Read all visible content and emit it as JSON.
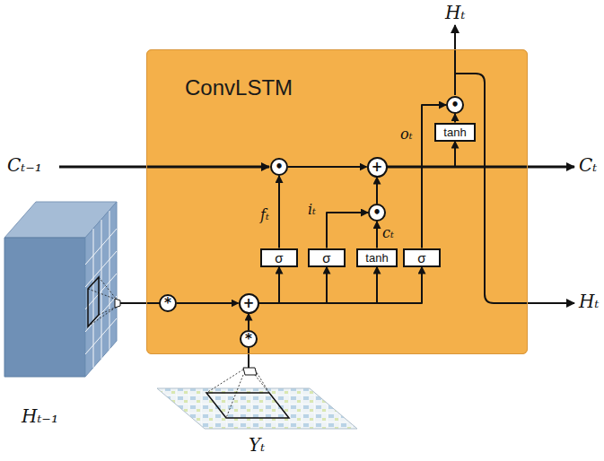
{
  "diagram": {
    "nodes": [
      {
        "text": [
          "ConvLSTM"
        ]
      },
      {
        "text": [
          "•"
        ],
        "in": 0
      },
      {
        "text": [
          "+"
        ],
        "in": 0
      },
      {
        "text": [
          "•"
        ],
        "in": 0
      },
      {
        "text": [
          "tanh"
        ],
        "in": 0
      },
      {
        "text": [
          "•"
        ],
        "in": 0
      },
      {
        "text": [
          "σ"
        ],
        "in": 0
      },
      {
        "text": [
          "σ"
        ],
        "in": 0
      },
      {
        "text": [
          "tanh"
        ],
        "in": 0
      },
      {
        "text": [
          "σ"
        ],
        "in": 0
      },
      {
        "text": [
          "*"
        ],
        "in": 0
      },
      {
        "text": [
          "+"
        ],
        "in": 0
      },
      {
        "text": [
          "*"
        ],
        "in": 0
      }
    ],
    "edges": [
      {
        "from": 1,
        "to": 2,
        "arrow": "to"
      },
      {
        "from": 2,
        "to": 4,
        "arrow": "to"
      },
      {
        "from": 4,
        "to": 3,
        "arrow": "to"
      },
      {
        "from": 5,
        "to": 2,
        "arrow": "to"
      },
      {
        "from": 6,
        "to": 1,
        "arrow": "to"
      },
      {
        "from": 7,
        "to": 5,
        "arrow": "to"
      },
      {
        "from": 8,
        "to": 5,
        "arrow": "to"
      },
      {
        "from": 9,
        "to": 3,
        "arrow": "to"
      },
      {
        "from": 10,
        "to": 11,
        "arrow": "to"
      },
      {
        "from": 12,
        "to": 11,
        "arrow": "to"
      },
      {
        "from": 11,
        "to": 6,
        "arrow": "to"
      },
      {
        "from": 11,
        "to": 7,
        "arrow": "to"
      },
      {
        "from": 11,
        "to": 8,
        "arrow": "to"
      },
      {
        "from": 11,
        "to": 9,
        "arrow": "to"
      }
    ],
    "labels": [
      "Cₜ₋₁",
      "Cₜ",
      "Hₜ",
      "Hₜ",
      "Hₜ₋₁",
      "Yₜ",
      "fₜ",
      "iₜ",
      "cₜ",
      "oₜ"
    ]
  }
}
